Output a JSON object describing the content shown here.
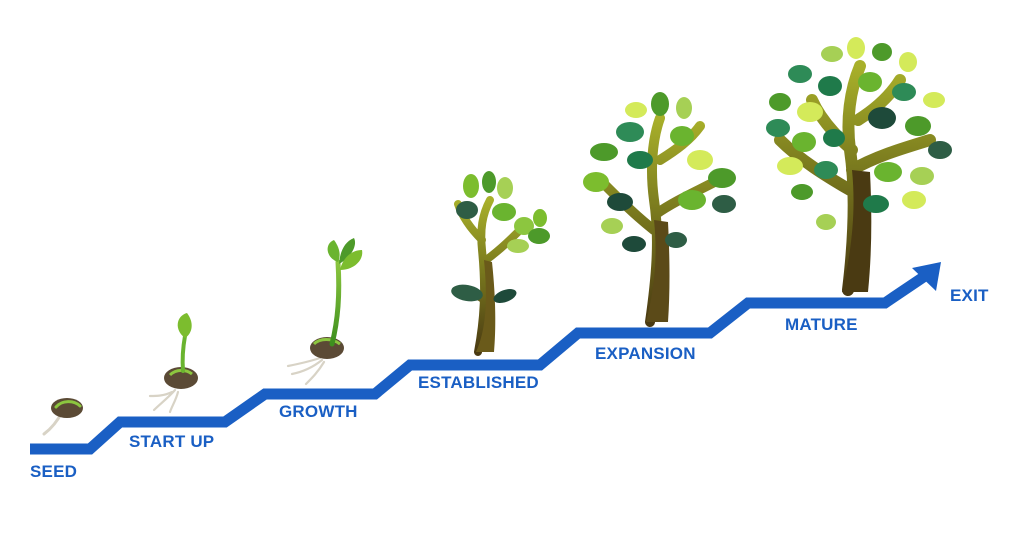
{
  "diagram": {
    "accent_color": "#1a5fc4",
    "stages": [
      {
        "key": "seed",
        "label": "SEED",
        "icon": "seed-icon"
      },
      {
        "key": "start_up",
        "label": "START UP",
        "icon": "sprout-icon"
      },
      {
        "key": "growth",
        "label": "GROWTH",
        "icon": "seedling-icon"
      },
      {
        "key": "established",
        "label": "ESTABLISHED",
        "icon": "young-tree-icon"
      },
      {
        "key": "expansion",
        "label": "EXPANSION",
        "icon": "tree-icon"
      },
      {
        "key": "mature",
        "label": "MATURE",
        "icon": "large-tree-icon"
      },
      {
        "key": "exit",
        "label": "EXIT",
        "icon": "arrow-icon"
      }
    ]
  }
}
